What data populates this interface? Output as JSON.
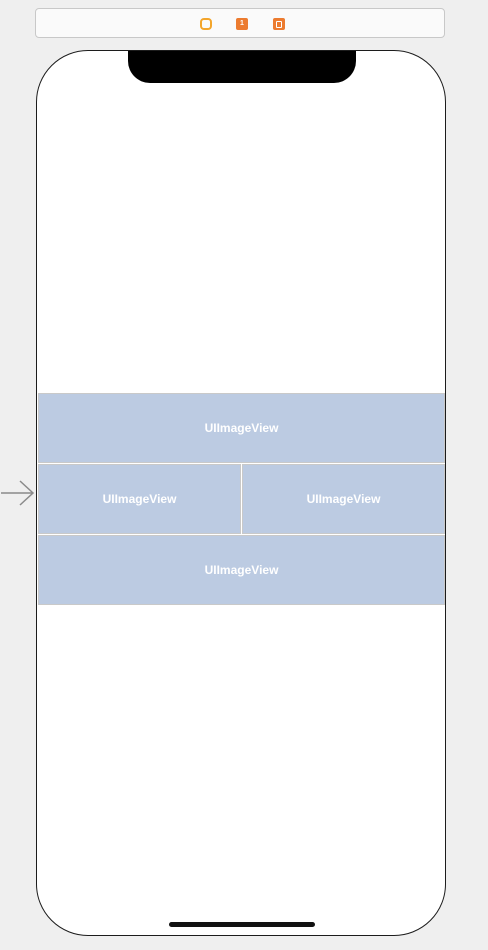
{
  "scene_dock": {
    "icons": [
      "view-controller-icon",
      "first-responder-icon",
      "exit-icon"
    ],
    "first_responder_glyph": "1"
  },
  "device": {
    "image_views": [
      {
        "label": "UIImageView"
      },
      {
        "label": "UIImageView"
      },
      {
        "label": "UIImageView"
      },
      {
        "label": "UIImageView"
      }
    ]
  },
  "colors": {
    "canvas_background": "#efefef",
    "image_view_fill": "#bccbe2",
    "dock_vc_icon": "#f3a52b",
    "dock_orange": "#ec7b2f"
  }
}
